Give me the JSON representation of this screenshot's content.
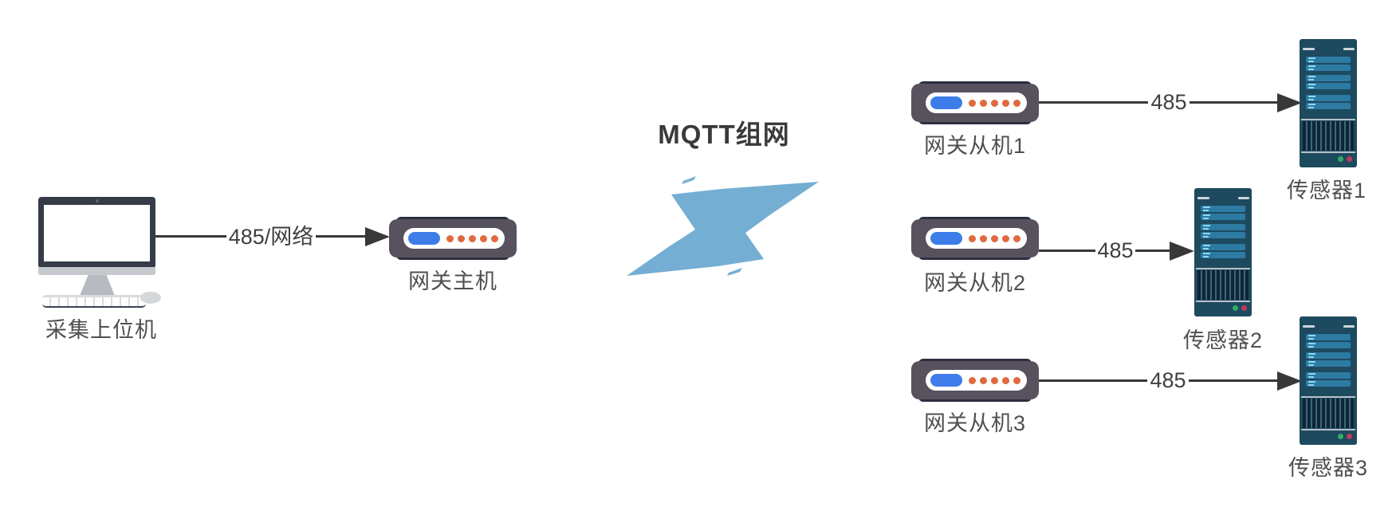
{
  "diagram": {
    "title": "MQTT组网",
    "nodes": {
      "host": {
        "label": "采集上位机"
      },
      "gateway_master": {
        "label": "网关主机"
      },
      "gateway_slave1": {
        "label": "网关从机1"
      },
      "gateway_slave2": {
        "label": "网关从机2"
      },
      "gateway_slave3": {
        "label": "网关从机3"
      },
      "sensor1": {
        "label": "传感器1"
      },
      "sensor2": {
        "label": "传感器2"
      },
      "sensor3": {
        "label": "传感器3"
      }
    },
    "edges": {
      "host_to_master": {
        "label": "485/网络"
      },
      "slave1_to_sensor1": {
        "label": "485"
      },
      "slave2_to_sensor2": {
        "label": "485"
      },
      "slave3_to_sensor3": {
        "label": "485"
      }
    },
    "colors": {
      "bolt_blue": "#74aed3",
      "connector_line": "#383838",
      "label_text": "#4f4f4f",
      "gateway_body": "#57525e",
      "gateway_lid": "#2b2f40",
      "gateway_accent_blue": "#3e7de9",
      "gateway_dot_orange": "#e06a3e",
      "tower_body": "#1e4a5f",
      "tower_bar_blue": "#2d7ba3",
      "led_green": "#2fae64",
      "led_red": "#bf3a5c"
    }
  }
}
